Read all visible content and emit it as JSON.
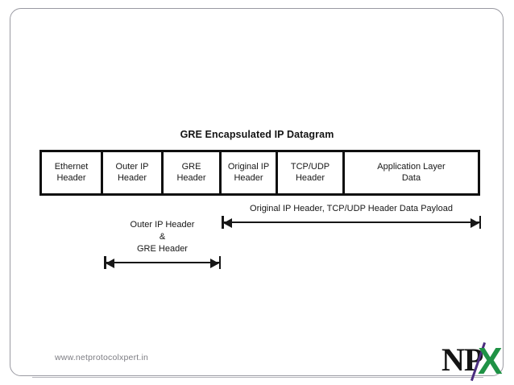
{
  "slide": {
    "title": "GRE Encapsulated IP Datagram",
    "background_color": "#ffffff",
    "frame_color": "#9a9aa2"
  },
  "packet": {
    "fields": [
      {
        "label_line1": "Ethernet",
        "label_line2": "Header"
      },
      {
        "label_line1": "Outer IP",
        "label_line2": "Header"
      },
      {
        "label_line1": "GRE",
        "label_line2": "Header"
      },
      {
        "label_line1": "Original IP",
        "label_line2": "Header"
      },
      {
        "label_line1": "TCP/UDP",
        "label_line2": "Header"
      },
      {
        "label_line1": "Application Layer",
        "label_line2": "Data"
      }
    ],
    "border_color": "#0f0f0f"
  },
  "annotations": {
    "payload_span_label": "Original IP Header, TCP/UDP Header Data Payload",
    "outer_span": {
      "line1": "Outer IP Header",
      "line2": "&",
      "line3": "GRE Header"
    }
  },
  "footer": {
    "url": "www.netprotocolxpert.in",
    "logo_text_dark": "NP",
    "logo_text_accent": "X",
    "logo_accent_color": "#1f9245",
    "logo_slash_color": "#4b2d7f",
    "url_color": "#7d7d83"
  }
}
